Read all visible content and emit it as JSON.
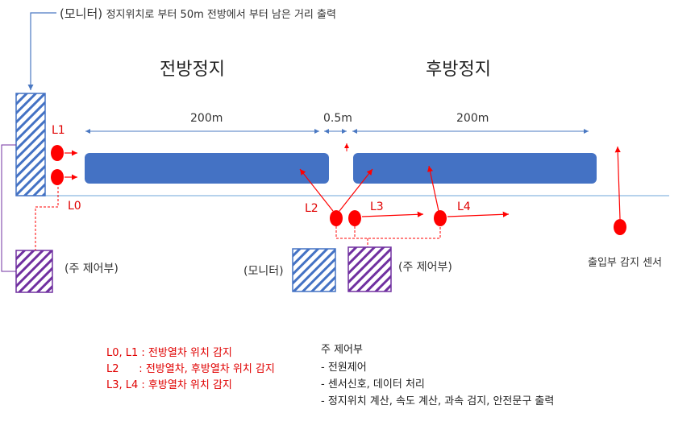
{
  "top_note": {
    "prefix": "(모니터)",
    "text": "정지위치로 부터 50m 전방에서 부터 남은 거리 출력"
  },
  "sections": {
    "front": "전방정지",
    "rear": "후방정지"
  },
  "dimensions": {
    "left": "200m",
    "gap": "0.5m",
    "right": "200m"
  },
  "sensor_labels": {
    "l0": "L0",
    "l1": "L1",
    "l2": "L2",
    "l3": "L3",
    "l4": "L4"
  },
  "boxes": {
    "main_control_left": "(주 제어부)",
    "monitor_mid": "(모니터)",
    "main_control_mid": "(주 제어부)"
  },
  "entrance_sensor": "출입부 감지 센서",
  "legend": [
    "L0, L1 : 전방열차 위치 감지",
    "L2      : 전방열차, 후방열차 위치 감지",
    "L3, L4 : 후방열차 위치 감지"
  ],
  "main_control_info": {
    "title": "주 제어부",
    "items": [
      "-  전원제어",
      "-  센서신호, 데이터 처리",
      "-  정지위치 계산, 속도 계산, 과속 검지, 안전문구 출력"
    ]
  },
  "colors": {
    "train": "#4472c4",
    "sensor": "#ff0000",
    "monitor_hatch": "#4472c4",
    "control_hatch": "#7030a0",
    "track": "#9dc3e6",
    "dimension": "#4a78c2"
  }
}
